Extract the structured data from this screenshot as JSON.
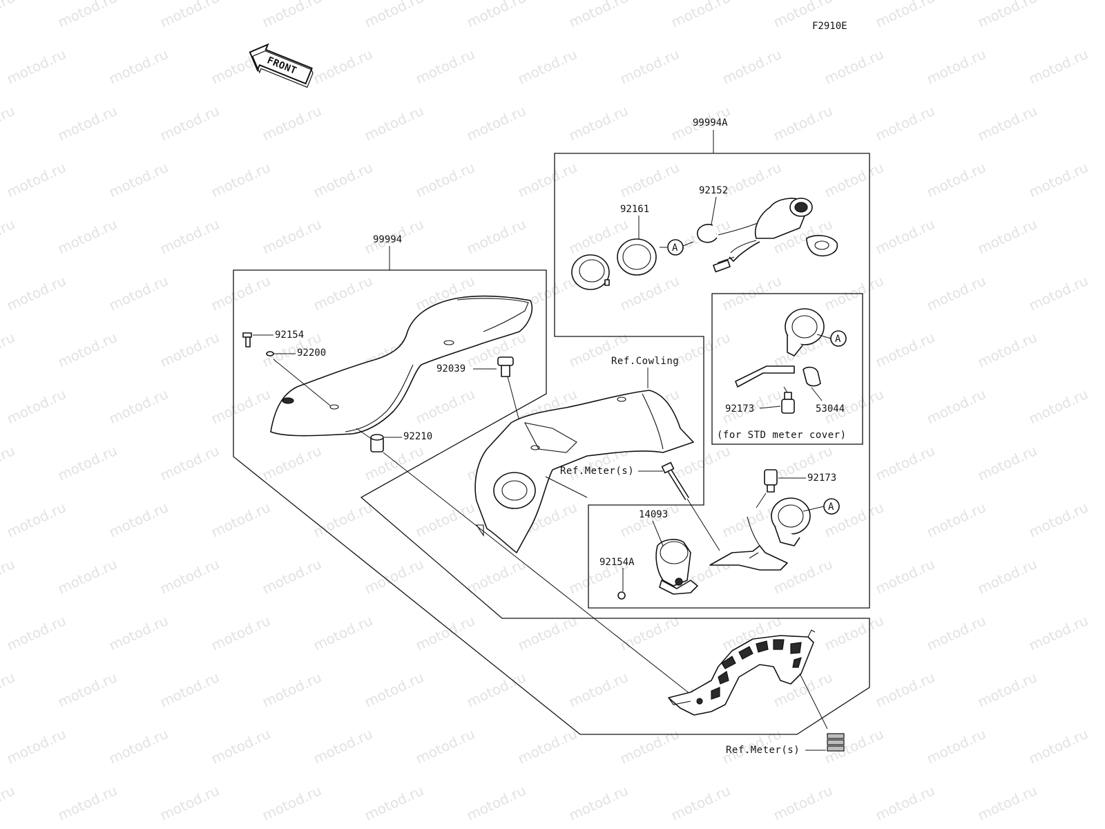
{
  "figure_code": "F2910E",
  "front_arrow_label": "FRONT",
  "watermark": "motod.ru",
  "parts": {
    "p99994": "99994",
    "p99994A": "99994A",
    "p92161": "92161",
    "p92152": "92152",
    "p92154": "92154",
    "p92200": "92200",
    "p92039": "92039",
    "p92210": "92210",
    "p92173_std": "92173",
    "p53044": "53044",
    "p92173": "92173",
    "p14093": "14093",
    "p92154A": "92154A"
  },
  "refs": {
    "cowling": "Ref.Cowling",
    "meter1": "Ref.Meter(s)",
    "meter2": "Ref.Meter(s)",
    "std_cover_note": "(for STD meter cover)"
  },
  "callouts": {
    "a1": "A",
    "a2": "A",
    "a3": "A"
  }
}
